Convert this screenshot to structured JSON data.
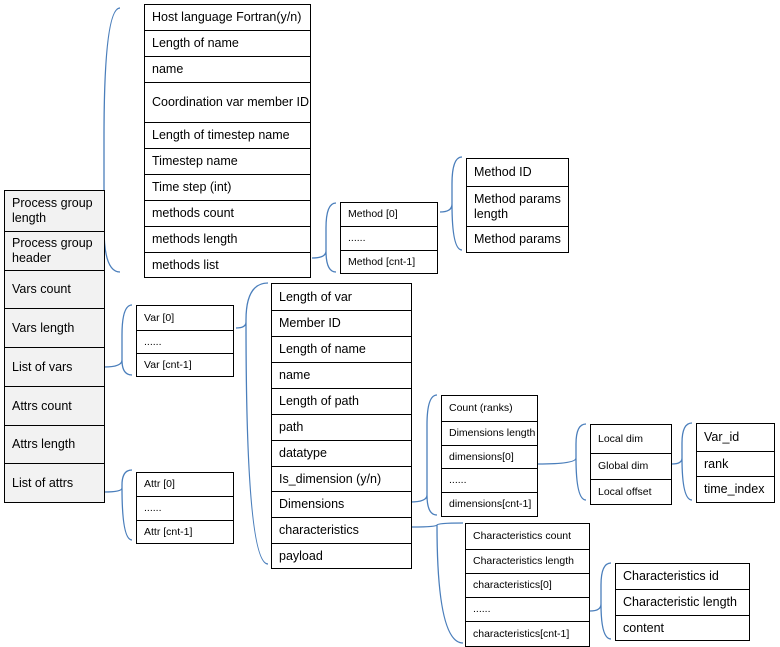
{
  "main_stack": [
    "Process group length",
    "Process group header",
    "Vars count",
    "Vars length",
    "List of vars",
    "Attrs count",
    "Attrs length",
    "List of attrs"
  ],
  "pg_header_stack": [
    "Host language Fortran(y/n)",
    "Length of name",
    "name",
    "Coordination var member ID",
    "Length of timestep name",
    "Timestep name",
    "Time step (int)",
    "methods count",
    "methods length",
    "methods list"
  ],
  "method_list_stack": [
    "Method [0]",
    "......",
    "Method [cnt-1]"
  ],
  "method_detail_stack": [
    "Method ID",
    "Method params length",
    "Method params"
  ],
  "var_list_stack": [
    "Var [0]",
    "......",
    "Var [cnt-1]"
  ],
  "var_detail_stack": [
    "Length of var",
    "Member ID",
    "Length of name",
    "name",
    "Length of path",
    "path",
    "datatype",
    "Is_dimension (y/n)",
    "Dimensions",
    "characteristics",
    "payload"
  ],
  "dimensions_stack": [
    "Count (ranks)",
    "Dimensions length",
    "dimensions[0]",
    "......",
    "dimensions[cnt-1]"
  ],
  "dim_detail_stack": [
    "Local dim",
    "Global dim",
    "Local offset"
  ],
  "dim_var_stack": [
    "Var_id",
    "rank",
    "time_index"
  ],
  "attr_list_stack": [
    "Attr [0]",
    "......",
    "Attr [cnt-1]"
  ],
  "characteristics_stack": [
    "Characteristics count",
    "Characteristics length",
    "characteristics[0]",
    "......",
    "characteristics[cnt-1]"
  ],
  "char_detail_stack": [
    "Characteristics id",
    "Characteristic length",
    "content"
  ],
  "connector_color": "#4a7ebb",
  "shade_color": "#f2f2f2"
}
